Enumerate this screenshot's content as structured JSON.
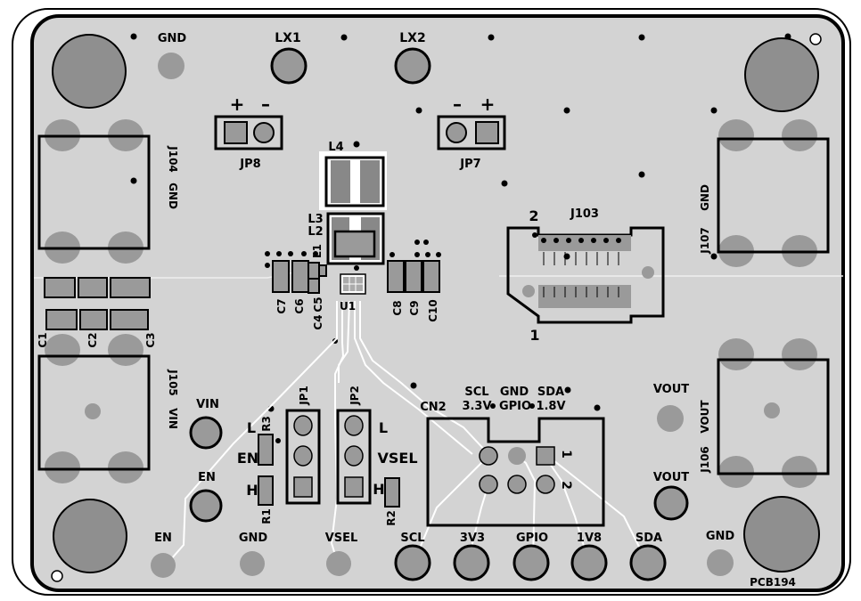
{
  "board": {
    "name": "PCB194",
    "colors": {
      "substrate": "#d3d3d3",
      "pad": "#9a9a9a",
      "silkscreen": "#000000",
      "trace": "#ffffff",
      "outline": "#000000"
    }
  },
  "labels": {
    "gnd_top": "GND",
    "lx1": "LX1",
    "lx2": "LX2",
    "jp8": "JP8",
    "jp7": "JP7",
    "jp8_plus": "+",
    "jp8_minus": "–",
    "jp7_minus": "–",
    "jp7_plus": "+",
    "l4": "L4",
    "l3": "L3",
    "l2": "L2",
    "l1": "L1",
    "j104": "J104",
    "gnd_left": "GND",
    "j107": "J107",
    "gnd_right": "GND",
    "j103": "J103",
    "j103_pin2": "2",
    "j103_pin1": "1",
    "c7": "C7",
    "c6": "C6",
    "c5": "C5",
    "c4": "C4",
    "u1": "U1",
    "c8": "C8",
    "c9": "C9",
    "c10": "C10",
    "c1": "C1",
    "c2": "C2",
    "c3": "C3",
    "j105": "J105",
    "vin_left": "VIN",
    "vin": "VIN",
    "en_mid": "EN",
    "en_bottom": "EN",
    "r3": "R3",
    "r1": "R1",
    "r2": "R2",
    "jp1": "JP1",
    "jp2": "JP2",
    "l_left": "L",
    "en_jp1": "EN",
    "h_left": "H",
    "l_right": "L",
    "vsel": "VSEL",
    "h_right": "H",
    "cn2": "CN2",
    "scl_top": "SCL",
    "v33": "3.3V",
    "gnd_cn": "GND",
    "gpio_cn": "GPIO",
    "sda_top": "SDA",
    "v18": "1.8V",
    "cn_pin1": "1",
    "cn_pin2": "2",
    "vout_top": "VOUT",
    "vout_mid": "VOUT",
    "vout_right": "VOUT",
    "j106": "J106",
    "gnd_bottom_left": "GND",
    "vsel_bottom": "VSEL",
    "scl": "SCL",
    "v3v3": "3V3",
    "gpio": "GPIO",
    "v1v8": "1V8",
    "sda": "SDA",
    "gnd_bottom_right": "GND"
  }
}
